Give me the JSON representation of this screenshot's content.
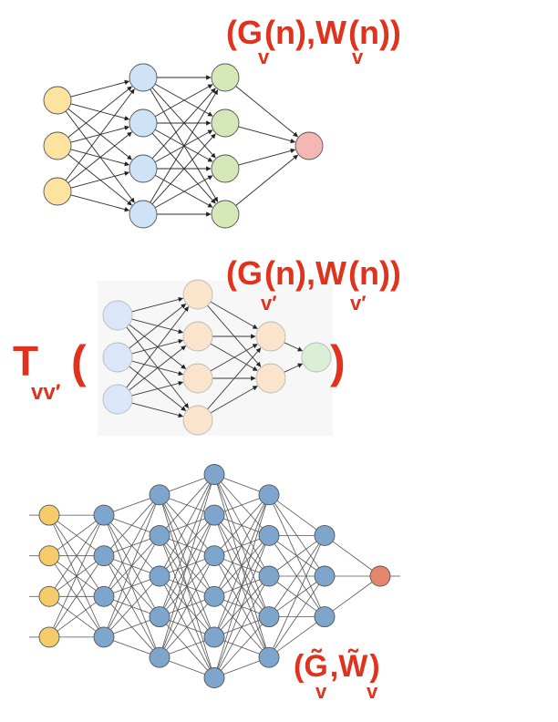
{
  "annotations": {
    "top": {
      "open": "(",
      "g": "G",
      "g_sub": "v",
      "mid": "(n),",
      "w": "W",
      "w_sub": "v",
      "close": "(n))"
    },
    "middle": {
      "open": "(",
      "g": "G",
      "g_sub": "v′",
      "mid": "(n),",
      "w": "W",
      "w_sub": "v′",
      "close": "(n))"
    },
    "transform": {
      "t": "T",
      "t_sub": "vv′",
      "open_paren": "(",
      "close_paren": ")"
    },
    "bottom": {
      "open": "(",
      "g": "G̃",
      "g_sub": "v",
      "comma": ",",
      "w": "W̃",
      "w_sub": "v",
      "close": ")"
    }
  },
  "networks": [
    {
      "name": "network-top",
      "layers": [
        3,
        4,
        4,
        1
      ],
      "layer_colors": [
        "#fce3a0",
        "#cfe3f7",
        "#d5e8b8",
        "#f4b7b3"
      ],
      "edge_color": "#2a2a2a",
      "arrows": true
    },
    {
      "name": "network-middle",
      "layers": [
        3,
        4,
        2,
        1
      ],
      "layer_colors": [
        "#dce6fa",
        "#fbe4cc",
        "#fbe4cc",
        "#dbeed6"
      ],
      "edge_color": "#3a3a3a",
      "arrows": true
    },
    {
      "name": "network-bottom",
      "layers": [
        4,
        4,
        5,
        6,
        5,
        3,
        1
      ],
      "layer_colors": [
        "#f4cd6a",
        "#7ea6cc",
        "#7ea6cc",
        "#7ea6cc",
        "#7ea6cc",
        "#7ea6cc",
        "#e3866c"
      ],
      "edge_color": "#555555",
      "arrows": false
    }
  ],
  "colors": {
    "annotation": "#e0321c",
    "middle_panel_background": "#f7f7f7"
  }
}
